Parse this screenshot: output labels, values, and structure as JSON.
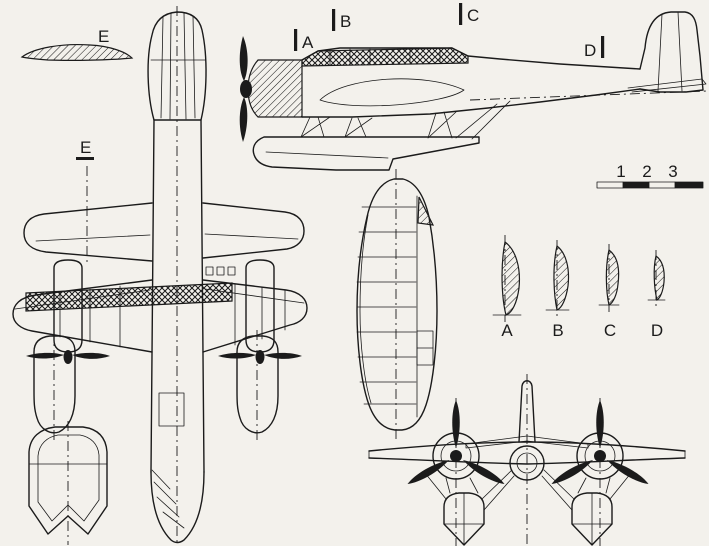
{
  "colors": {
    "paper": "#f3f1ec",
    "ink": "#1b1b1b"
  },
  "labels": {
    "airfoil_e": "E",
    "plan_section_e": "E",
    "side_markers": [
      "A",
      "B",
      "C",
      "D"
    ],
    "scale_numbers": [
      "1",
      "2",
      "3"
    ],
    "profile_labels": [
      "A",
      "B",
      "C",
      "D"
    ]
  }
}
